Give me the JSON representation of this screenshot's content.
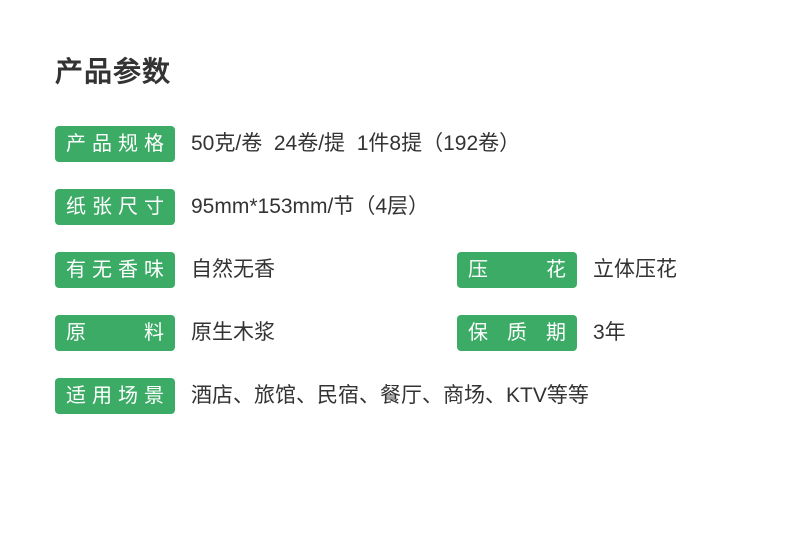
{
  "page": {
    "title": "产品参数",
    "accent_color": "#3CAB66",
    "text_color": "#333333",
    "background_color": "#FFFFFF"
  },
  "rows": [
    {
      "cells": [
        {
          "label": "产品规格",
          "value": "50克/卷  24卷/提  1件8提（192卷）"
        }
      ]
    },
    {
      "cells": [
        {
          "label": "纸张尺寸",
          "value": "95mm*153mm/节（4层）"
        }
      ]
    },
    {
      "cells": [
        {
          "label": "有无香味",
          "value": "自然无香"
        },
        {
          "label": "压花",
          "value": "立体压花"
        }
      ]
    },
    {
      "cells": [
        {
          "label": "原料",
          "value": "原生木浆"
        },
        {
          "label": "保质期",
          "value": "3年"
        }
      ]
    },
    {
      "cells": [
        {
          "label": "适用场景",
          "value": "酒店、旅馆、民宿、餐厅、商场、KTV等等"
        }
      ]
    }
  ]
}
